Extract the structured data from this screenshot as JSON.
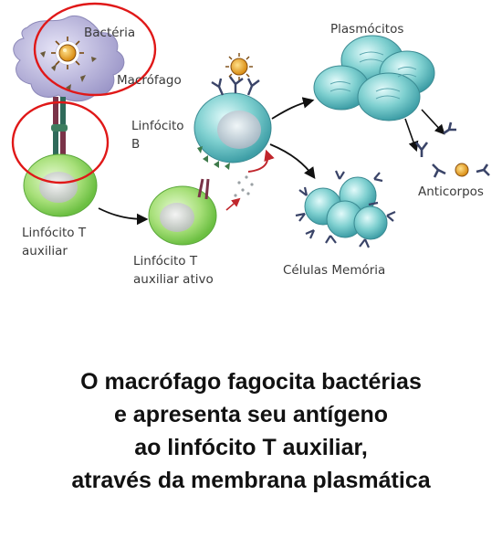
{
  "labels": {
    "bacteria": "Bactéria",
    "macrophage": "Macrófago",
    "b_cell_line1": "Linfócito",
    "b_cell_line2": "B",
    "helper_t_line1": "Linfócito T",
    "helper_t_line2": "auxiliar",
    "active_t_line1": "Linfócito T",
    "active_t_line2": "auxiliar ativo",
    "plasma_cells": "Plasmócitos",
    "antibodies": "Anticorpos",
    "memory_cells": "Células Memória"
  },
  "caption": {
    "line1": "O macrófago fagocita bactérias",
    "line2": "e apresenta seu antígeno",
    "line3": "ao linfócito T auxiliar,",
    "line4": "através da membrana plasmática"
  },
  "colors": {
    "highlight_circle": "#e01818",
    "t_cell": "#a8e07a",
    "b_cell": "#7fd0d0",
    "macrophage": "#b8b4dc",
    "antibody": "#3a4468",
    "bacteria": "#e8a020"
  }
}
